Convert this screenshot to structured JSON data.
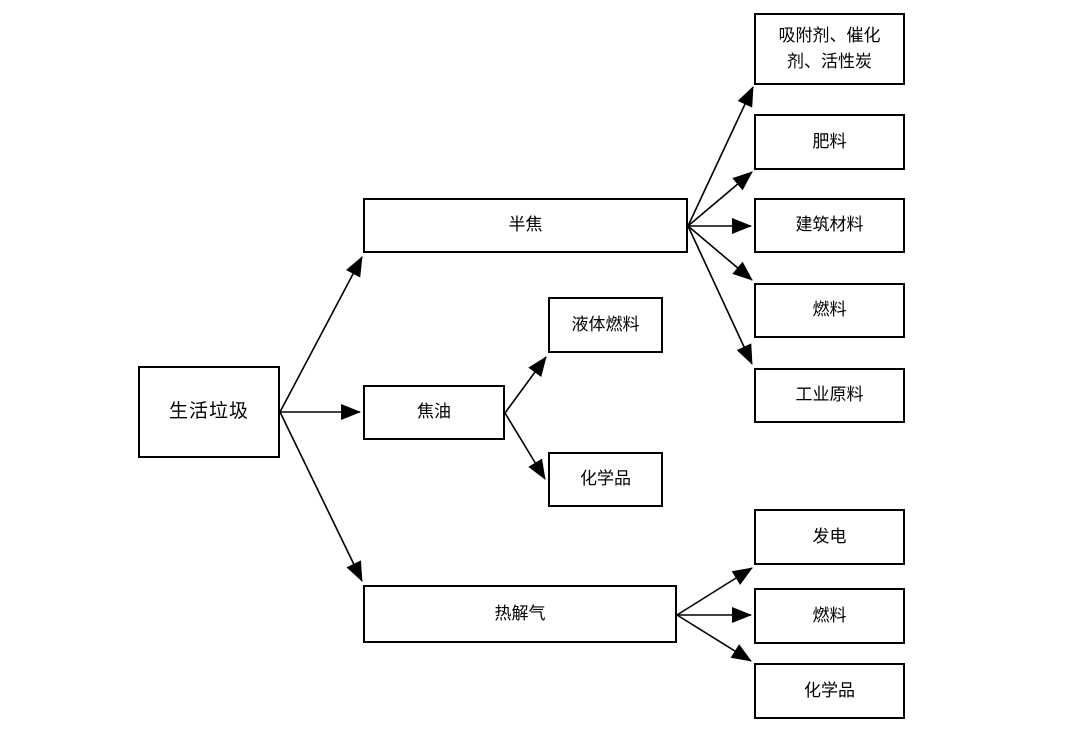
{
  "diagram": {
    "background_color": "#ffffff",
    "line_color": "#000000",
    "nodes": {
      "waste": {
        "label": "生活垃圾"
      },
      "semicoke": {
        "label": "半焦"
      },
      "tar": {
        "label": "焦油"
      },
      "pyrogas": {
        "label": "热解气"
      },
      "adsorbent": {
        "label": "吸附剂、催化\n剂、活性炭"
      },
      "fertilizer": {
        "label": "肥料"
      },
      "building": {
        "label": "建筑材料"
      },
      "fuel_sc": {
        "label": "燃料"
      },
      "industrial": {
        "label": "工业原料"
      },
      "liquidfuel": {
        "label": "液体燃料"
      },
      "chem_tar": {
        "label": "化学品"
      },
      "power": {
        "label": "发电"
      },
      "fuel_pg": {
        "label": "燃料"
      },
      "chem_pg": {
        "label": "化学品"
      }
    },
    "edges": [
      {
        "from": "生活垃圾",
        "to": "半焦"
      },
      {
        "from": "生活垃圾",
        "to": "焦油"
      },
      {
        "from": "生活垃圾",
        "to": "热解气"
      },
      {
        "from": "半焦",
        "to": "吸附剂、催化剂、活性炭"
      },
      {
        "from": "半焦",
        "to": "肥料"
      },
      {
        "from": "半焦",
        "to": "建筑材料"
      },
      {
        "from": "半焦",
        "to": "燃料"
      },
      {
        "from": "半焦",
        "to": "工业原料"
      },
      {
        "from": "焦油",
        "to": "液体燃料"
      },
      {
        "from": "焦油",
        "to": "化学品"
      },
      {
        "from": "热解气",
        "to": "发电"
      },
      {
        "from": "热解气",
        "to": "燃料"
      },
      {
        "from": "热解气",
        "to": "化学品"
      }
    ]
  }
}
